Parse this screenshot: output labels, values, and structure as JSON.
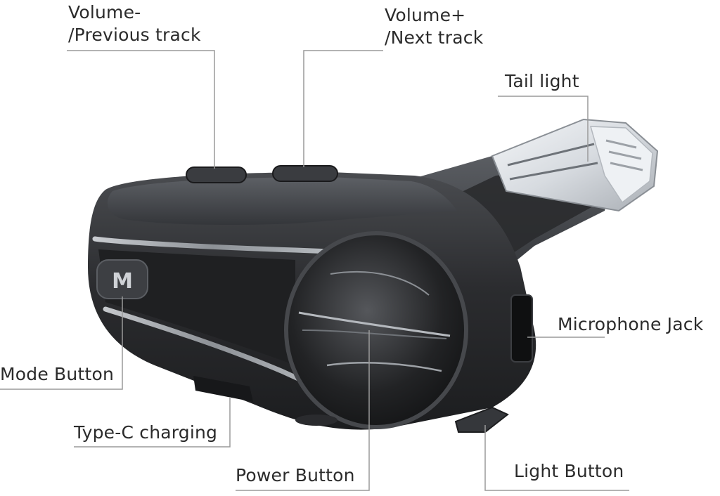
{
  "labels": {
    "volume_minus": {
      "line1": "Volume-",
      "line2": "/Previous track"
    },
    "volume_plus": {
      "line1": "Volume+",
      "line2": "/Next track"
    },
    "tail_light": "Tail light",
    "microphone_jack": "Microphone Jack",
    "mode_button": "Mode Button",
    "type_c_charging": "Type-C charging",
    "power_button": "Power Button",
    "light_button": "Light Button"
  },
  "mode_button_glyph": "M",
  "colors": {
    "body_dark": "#2a2b2e",
    "body_mid": "#3b3d41",
    "silver_trim": "#9fa3a8",
    "leader_line": "#9a9a9a",
    "label_text": "#2b2b2b"
  },
  "icons": [
    "mode-m-glyph"
  ]
}
